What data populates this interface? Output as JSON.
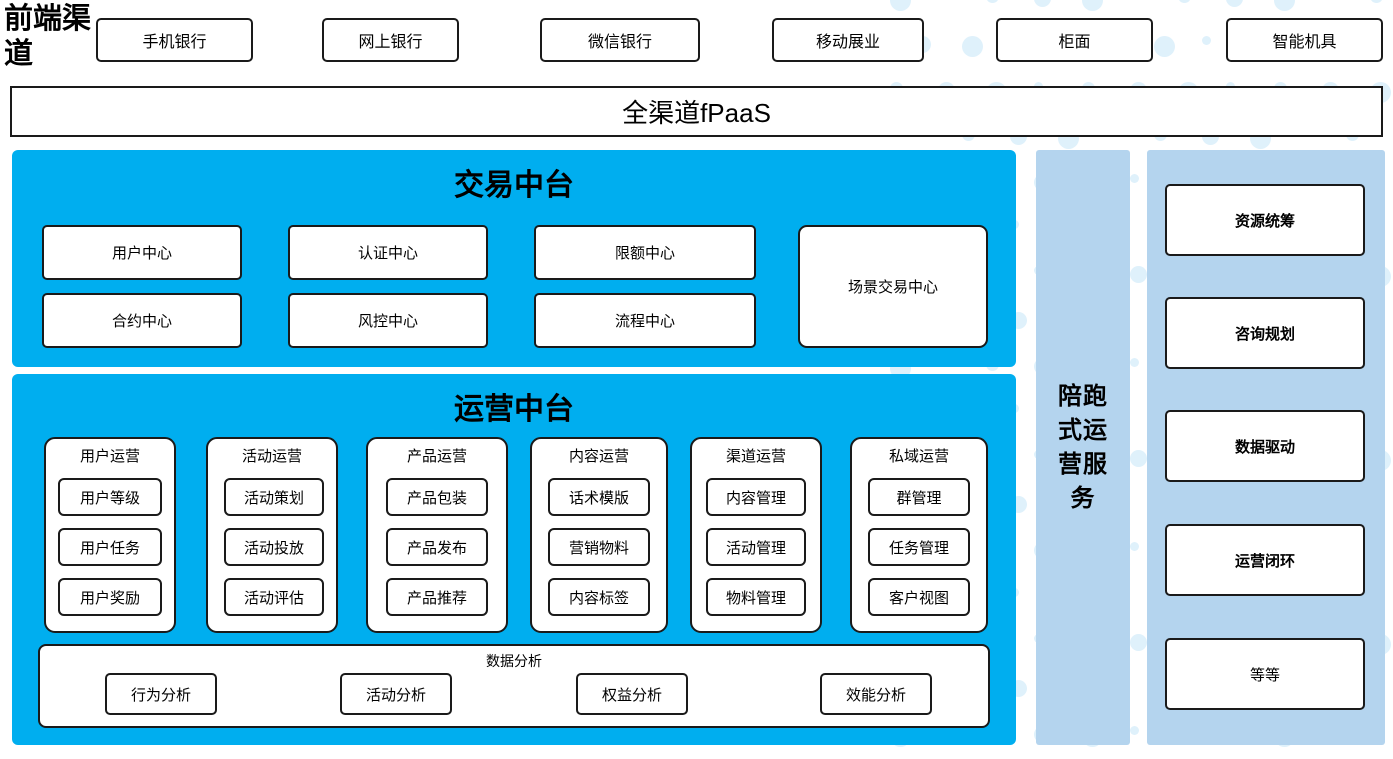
{
  "colors": {
    "cyan": "#00AEEF",
    "light_blue": "#B4D4EE",
    "dot": "#DFF1FB",
    "box_border": "#1A1A1A",
    "box_fill": "#FFFFFF"
  },
  "front_channel": {
    "label": "前端渠道",
    "items": [
      {
        "label": "手机银行"
      },
      {
        "label": "网上银行"
      },
      {
        "label": "微信银行"
      },
      {
        "label": "移动展业"
      },
      {
        "label": "柜面"
      },
      {
        "label": "智能机具"
      }
    ]
  },
  "platform_bar": {
    "label": "全渠道fPaaS"
  },
  "trade_center": {
    "title": "交易中台",
    "items": [
      {
        "label": "用户中心"
      },
      {
        "label": "认证中心"
      },
      {
        "label": "限额中心"
      },
      {
        "label": "合约中心"
      },
      {
        "label": "风控中心"
      },
      {
        "label": "流程中心"
      },
      {
        "label": "场景交易中心"
      }
    ]
  },
  "ops_center": {
    "title": "运营中台",
    "columns": [
      {
        "title": "用户运营",
        "items": [
          "用户等级",
          "用户任务",
          "用户奖励"
        ]
      },
      {
        "title": "活动运营",
        "items": [
          "活动策划",
          "活动投放",
          "活动评估"
        ]
      },
      {
        "title": "产品运营",
        "items": [
          "产品包装",
          "产品发布",
          "产品推荐"
        ]
      },
      {
        "title": "内容运营",
        "items": [
          "话术模版",
          "营销物料",
          "内容标签"
        ]
      },
      {
        "title": "渠道运营",
        "items": [
          "内容管理",
          "活动管理",
          "物料管理"
        ]
      },
      {
        "title": "私域运营",
        "items": [
          "群管理",
          "任务管理",
          "客户视图"
        ]
      }
    ],
    "analysis": {
      "title": "数据分析",
      "items": [
        "行为分析",
        "活动分析",
        "权益分析",
        "效能分析"
      ]
    }
  },
  "service_column": {
    "label": "陪跑式运营服务"
  },
  "capability_panel": {
    "items": [
      {
        "label": "资源统筹",
        "bold": true
      },
      {
        "label": "咨询规划",
        "bold": true
      },
      {
        "label": "数据驱动",
        "bold": true
      },
      {
        "label": "运营闭环",
        "bold": true
      },
      {
        "label": "等等",
        "bold": false
      }
    ]
  }
}
